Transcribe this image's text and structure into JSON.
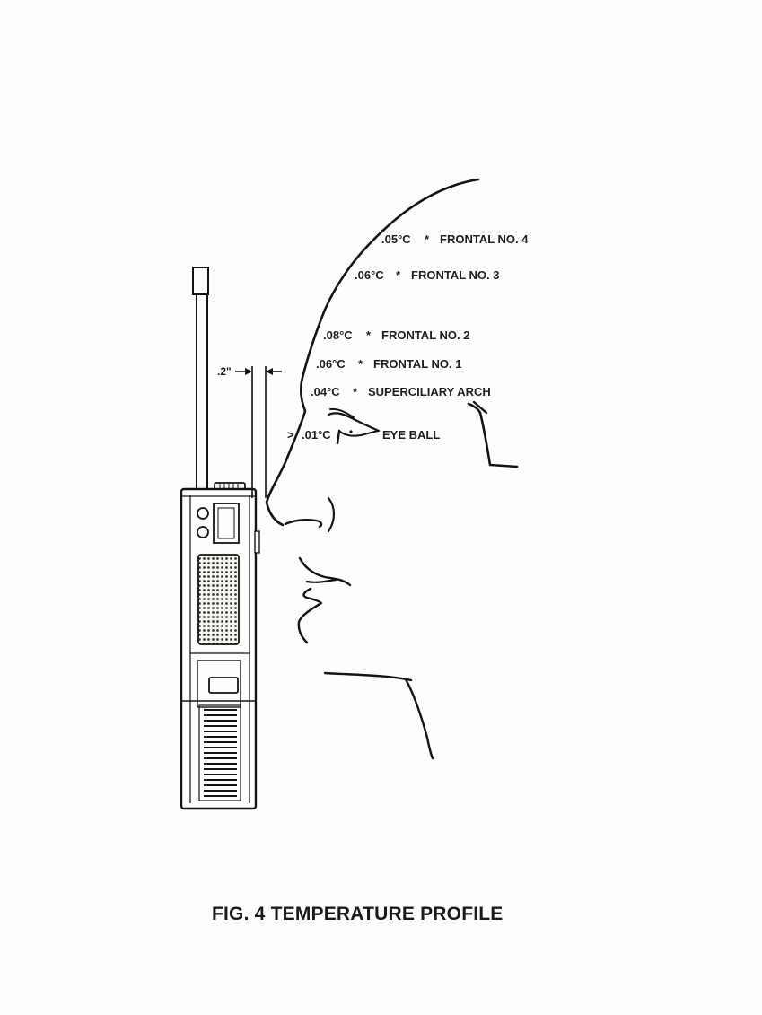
{
  "labels": {
    "frontal_4": {
      "value": ".05°C",
      "marker": "*",
      "name": "FRONTAL NO. 4"
    },
    "frontal_3": {
      "value": ".06°C",
      "marker": "*",
      "name": "FRONTAL NO. 3"
    },
    "frontal_2": {
      "value": ".08°C",
      "marker": "*",
      "name": "FRONTAL NO. 2"
    },
    "frontal_1": {
      "value": ".06°C",
      "marker": "*",
      "name": "FRONTAL NO. 1"
    },
    "superciliary": {
      "value": ".04°C",
      "marker": "*",
      "name": "SUPERCILIARY ARCH"
    },
    "eyeball": {
      "value": ".01°C",
      "prefix": ">",
      "name": "EYE BALL"
    }
  },
  "dimension": {
    "distance": ".2\""
  },
  "caption": "FIG. 4  TEMPERATURE PROFILE"
}
